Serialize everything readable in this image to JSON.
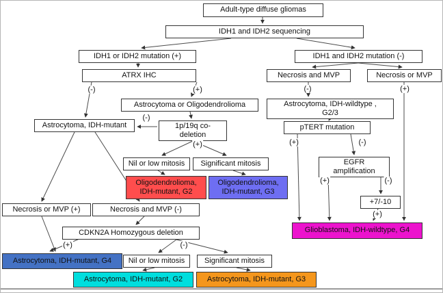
{
  "diagram": {
    "title": "Adult-type diffuse gliomas classification flowchart",
    "nodes": {
      "adult": {
        "label": "Adult-type diffuse gliomas"
      },
      "seq": {
        "label": "IDH1 and IDH2  sequencing"
      },
      "idh_pos": {
        "label": "IDH1 or IDH2 mutation (+)"
      },
      "idh_neg": {
        "label": "IDH1 and IDH2 mutation (-)"
      },
      "atrx": {
        "label": "ATRX IHC"
      },
      "nec_and": {
        "label": "Necrosis and MVP"
      },
      "nec_or": {
        "label": "Necrosis or MVP"
      },
      "astro_or_oligo": {
        "label": "Astrocytoma or Oligodendrolioma"
      },
      "astro_wt": {
        "label": "Astrocytoma, IDH-wildtype ,\nG2/3"
      },
      "astro_mut": {
        "label": "Astrocytoma, IDH-mutant"
      },
      "codeletion": {
        "label": "1p/19q co-\ndeletion"
      },
      "ptert": {
        "label": "pTERT mutation"
      },
      "nil_mitosis_1": {
        "label": "Nil or low mitosis"
      },
      "sig_mitosis_1": {
        "label": "Significant mitosis"
      },
      "egfr": {
        "label": "EGFR\namplification"
      },
      "oligo_g2": {
        "label": "Oligodendrolioma,\nIDH-mutant, G2",
        "color": "#ff4d4d"
      },
      "oligo_g3": {
        "label": "Oligodendrolioma,\nIDH-mutant, G3",
        "color": "#6e6ef2"
      },
      "plus7_minus10": {
        "label": "+7/-10"
      },
      "nec_or_plus": {
        "label": "Necrosis or MVP (+)"
      },
      "nec_and_minus": {
        "label": "Necrosis and MVP (-)"
      },
      "cdkn2a": {
        "label": "CDKN2A Homozygous deletion"
      },
      "gbm": {
        "label": "Glioblastoma, IDH-wildtype, G4",
        "color": "#ec13cd"
      },
      "astro_g4": {
        "label": "Astrocytoma, IDH-mutant, G4",
        "color": "#4472c4"
      },
      "nil_mitosis_2": {
        "label": "Nil or low mitosis"
      },
      "sig_mitosis_2": {
        "label": "Significant mitosis"
      },
      "astro_g2": {
        "label": "Astrocytoma, IDH-mutant, G2",
        "color": "#00dede"
      },
      "astro_g3": {
        "label": "Astrocytoma, IDH-mutant, G3",
        "color": "#f4961c"
      }
    },
    "edge_labels": {
      "atrx_neg": "(-)",
      "atrx_pos": "(+)",
      "codel_neg": "(-)",
      "codel_pos": "(+)",
      "nec_and_neg": "(-)",
      "nec_or_pos": "(+)",
      "ptert_pos": "(+)",
      "ptert_neg": "(-)",
      "egfr_pos": "(+)",
      "egfr_neg": "(-)",
      "plus7_pos": "(+)",
      "cdkn2a_pos": "(+)",
      "cdkn2a_neg": "(-)"
    },
    "colors": {
      "oligo_g2_red": "#ff4d4d",
      "oligo_g3_purple": "#6e6ef2",
      "astro_g4_blue": "#4472c4",
      "astro_g2_cyan": "#00dede",
      "astro_g3_orange": "#f4961c",
      "gbm_magenta": "#ec13cd",
      "box_border": "#333333",
      "arrow_line": "#4a4a4a"
    }
  }
}
